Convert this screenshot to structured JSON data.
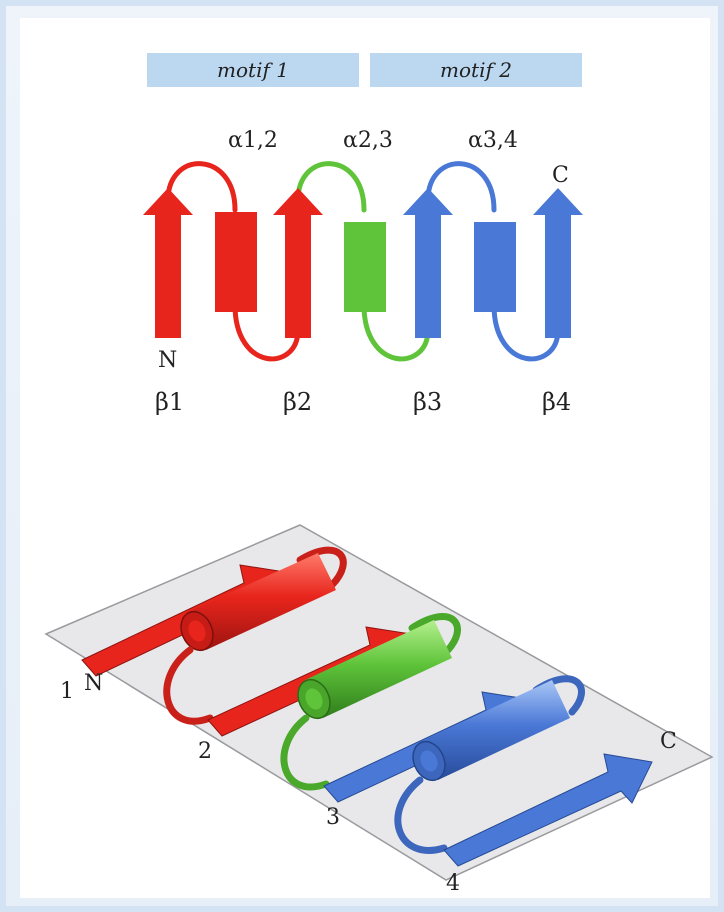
{
  "motifs": [
    "motif 1",
    "motif 2"
  ],
  "top_diagram": {
    "helices": [
      "α1,2",
      "α2,3",
      "α3,4"
    ],
    "strands": [
      "β1",
      "β2",
      "β3",
      "β4"
    ],
    "termini": {
      "n": "N",
      "c": "C"
    }
  },
  "bottom_diagram": {
    "strand_numbers": [
      "1",
      "2",
      "3",
      "4"
    ],
    "termini": {
      "n": "N",
      "c": "C"
    }
  },
  "colors": {
    "red": "#e8251d",
    "green": "#5fc43a",
    "blue": "#4a78d6",
    "motif_bar": "#bcd8f1",
    "sheet": "#e8e8ea"
  }
}
